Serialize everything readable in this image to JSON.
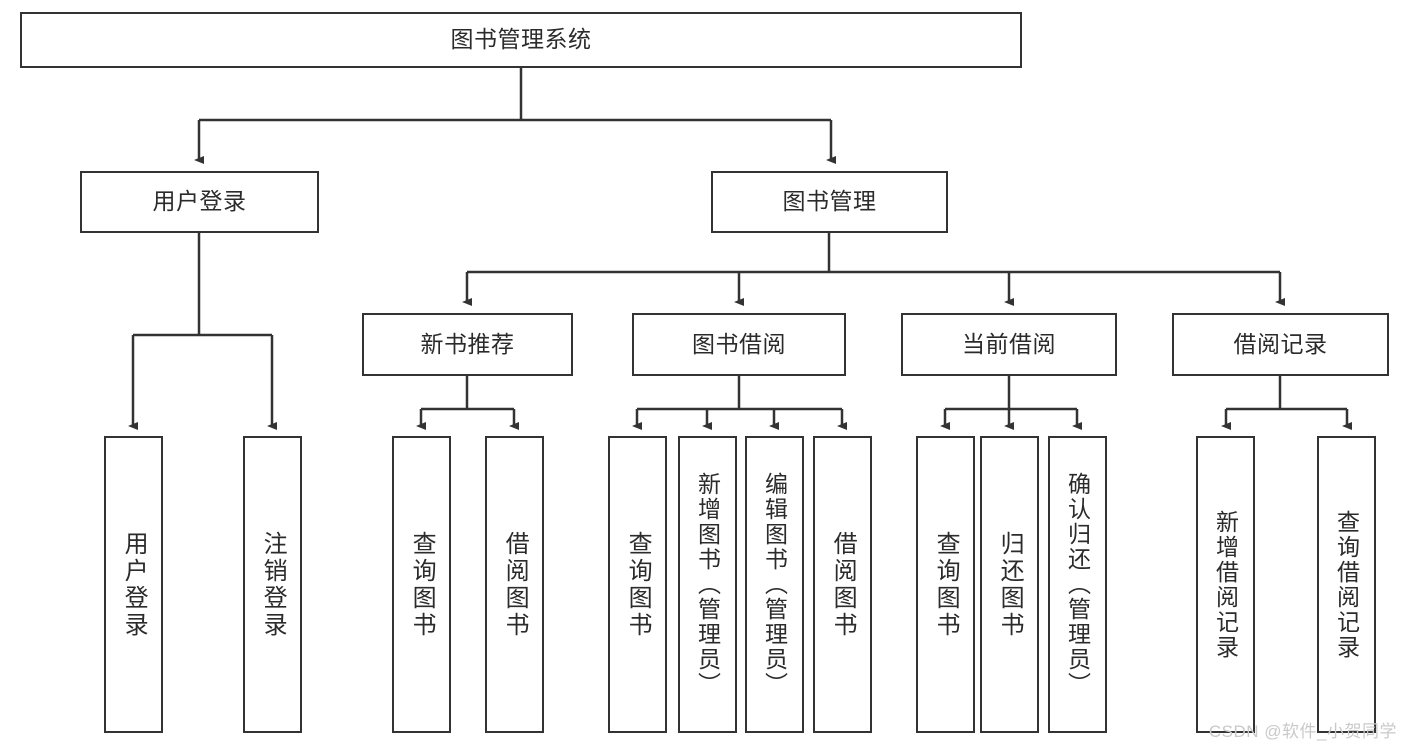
{
  "diagram": {
    "title": "图书管理系统",
    "type": "tree",
    "watermark": "CSDN @软件_小贺同学",
    "colors": {
      "border": "#333333",
      "text": "#2b2b2b",
      "background": "#ffffff",
      "edge": "#333333",
      "watermark": "#c9c9c9"
    },
    "root": {
      "label": "图书管理系统"
    },
    "level1": [
      {
        "label": "用户登录"
      },
      {
        "label": "图书管理"
      }
    ],
    "level2": [
      {
        "label": "新书推荐",
        "parent": "图书管理"
      },
      {
        "label": "图书借阅",
        "parent": "图书管理"
      },
      {
        "label": "当前借阅",
        "parent": "图书管理"
      },
      {
        "label": "借阅记录",
        "parent": "图书管理"
      }
    ],
    "leaves": {
      "user_login": [
        {
          "label": "用户登录"
        },
        {
          "label": "注销登录"
        }
      ],
      "new_book_recommend": [
        {
          "label": "查询图书"
        },
        {
          "label": "借阅图书"
        }
      ],
      "book_borrow": [
        {
          "label": "查询图书"
        },
        {
          "label": "新增图书（管理员）"
        },
        {
          "label": "编辑图书（管理员）"
        },
        {
          "label": "借阅图书"
        }
      ],
      "current_borrow": [
        {
          "label": "查询图书"
        },
        {
          "label": "归还图书"
        },
        {
          "label": "确认归还（管理员）"
        }
      ],
      "borrow_record": [
        {
          "label": "新增借阅记录"
        },
        {
          "label": "查询借阅记录"
        }
      ]
    }
  }
}
